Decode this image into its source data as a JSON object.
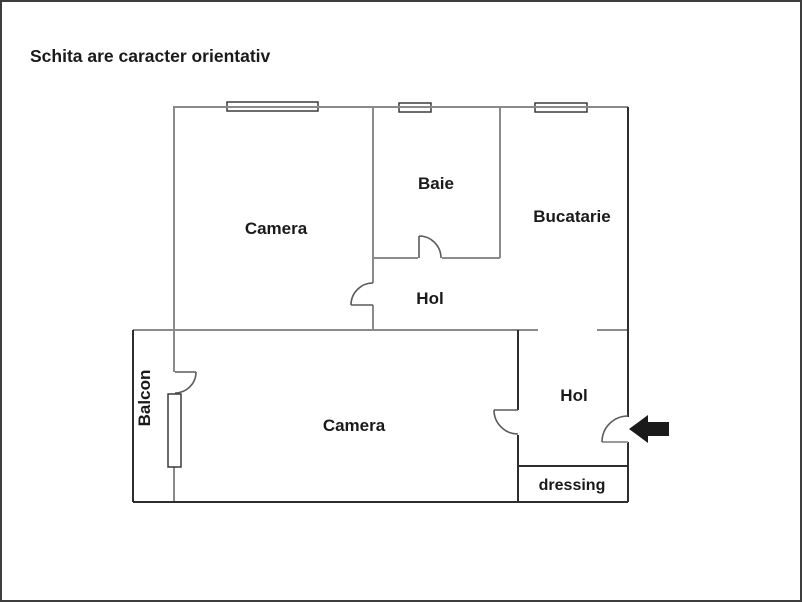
{
  "title": "Schita are caracter orientativ",
  "rooms": {
    "camera_top": "Camera",
    "baie": "Baie",
    "bucatarie": "Bucatarie",
    "hol_top": "Hol",
    "balcon": "Balcon",
    "camera_bottom": "Camera",
    "hol_bottom": "Hol",
    "dressing": "dressing"
  },
  "icons": {
    "entrance_arrow": "left-arrow"
  },
  "colors": {
    "background": "#ffffff",
    "wall_gray": "#8a8a8a",
    "wall_dark": "#2e2e2e",
    "text": "#1a1a1a",
    "arrow": "#1a1a1a",
    "frame": "#3d3d3d"
  }
}
